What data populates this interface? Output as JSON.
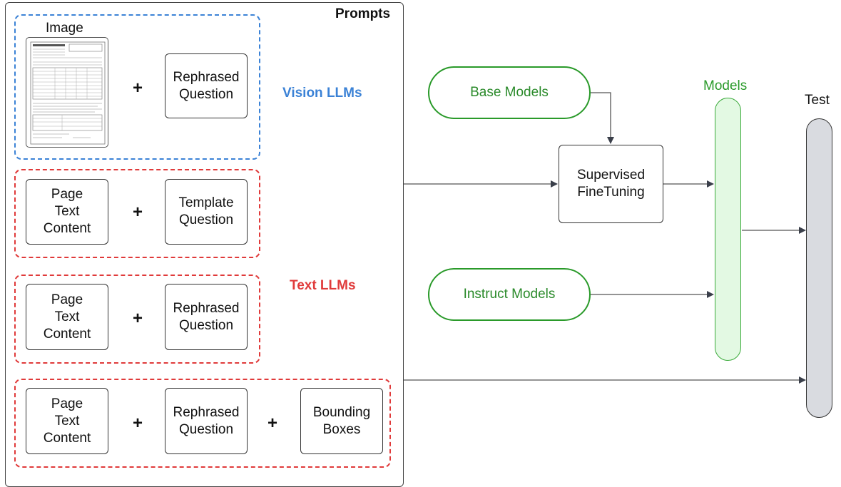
{
  "prompts_title": "Prompts",
  "vision_group": {
    "image_label": "Image",
    "question": "Rephrased\nQuestion",
    "tag": "Vision LLMs"
  },
  "text_group_1": {
    "left": "Page\nText\nContent",
    "right": "Template\nQuestion"
  },
  "text_group_2": {
    "left": "Page\nText\nContent",
    "right": "Rephrased\nQuestion"
  },
  "text_tag": "Text LLMs",
  "bbox_group": {
    "left": "Page\nText\nContent",
    "middle": "Rephrased\nQuestion",
    "right": "Bounding\nBoxes"
  },
  "plus": "+",
  "base_models": "Base Models",
  "instruct_models": "Instruct Models",
  "sft": "Supervised\nFineTuning",
  "models_label": "Models",
  "test_label": "Test",
  "colors": {
    "blue": "#3b82d6",
    "red": "#e03a3a",
    "green": "#2a9a2a",
    "models_fill": "#e3f9e3",
    "test_fill": "#d9dbe0"
  }
}
